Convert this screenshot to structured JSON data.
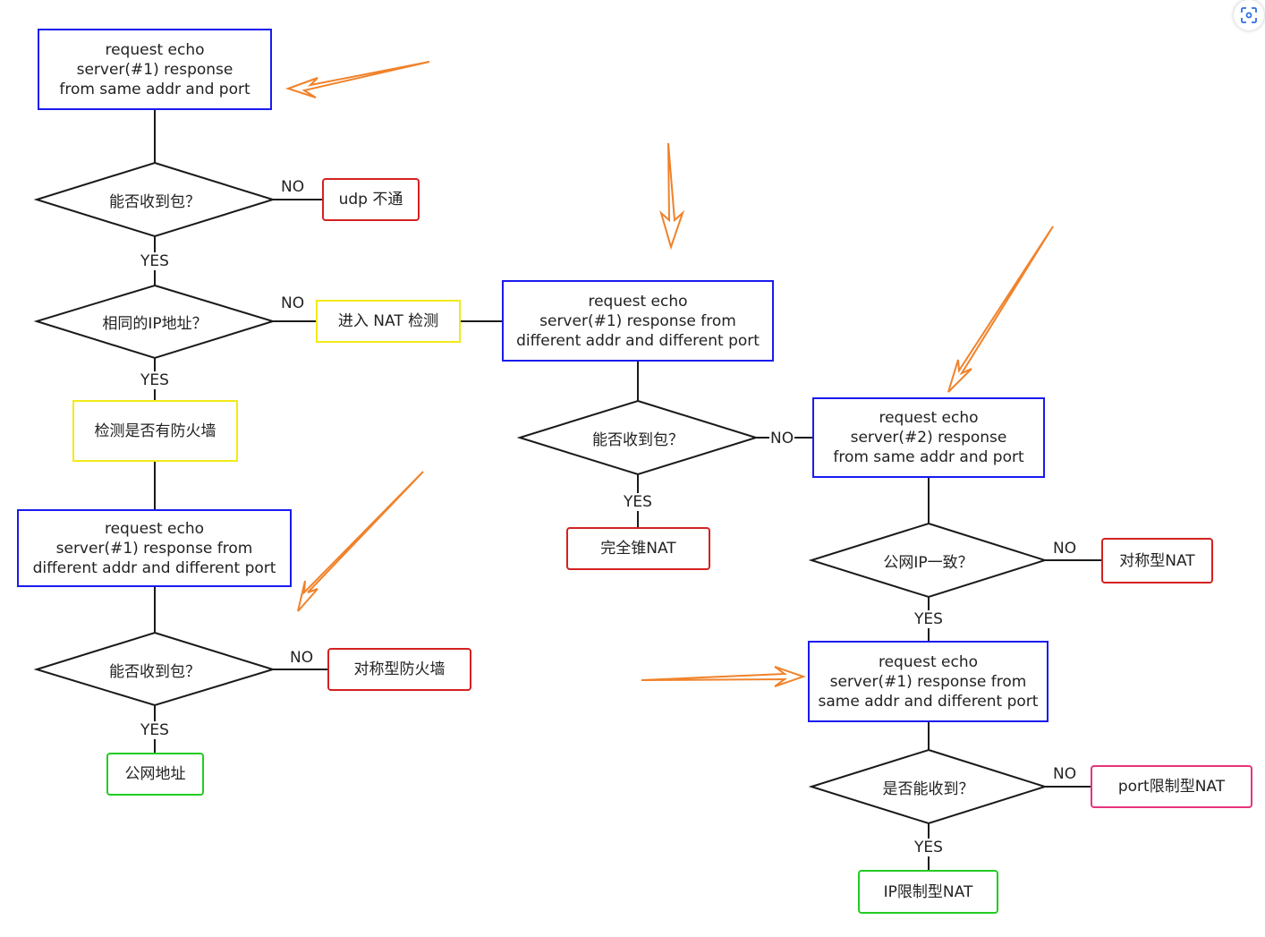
{
  "boxes": {
    "start_request": "request echo\nserver(#1) response\nfrom same addr and port",
    "udp_blocked": "udp 不通",
    "enter_nat": "进入 NAT 检测",
    "check_firewall": "检测是否有防火墙",
    "left_request_diff": "request echo\nserver(#1) response from\ndifferent addr and different port",
    "symmetric_firewall": "对称型防火墙",
    "public_address": "公网地址",
    "mid_request_diff": "request echo\nserver(#1) response from\ndifferent addr and different port",
    "full_cone_nat": "完全锥NAT",
    "server2_request": "request echo\nserver(#2) response\nfrom same addr and port",
    "symmetric_nat": "对称型NAT",
    "same_addr_diff_port": "request echo\nserver(#1) response from\nsame addr and different port",
    "port_restricted_nat": "port限制型NAT",
    "ip_restricted_nat": "IP限制型NAT"
  },
  "decisions": {
    "receive_packet_1": "能否收到包？",
    "same_ip": "相同的IP地址？",
    "receive_packet_2": "能否收到包？",
    "receive_packet_3": "能否收到包？",
    "public_ip_consistent": "公网IP一致？",
    "can_receive": "是否能收到？"
  },
  "labels": {
    "no": "NO",
    "yes": "YES"
  },
  "colors": {
    "blue": "#1a1af0",
    "red": "#d42121",
    "yellow": "#f2ea17",
    "green": "#22cc22",
    "pink": "#e8337d",
    "arrow": "#f0822a"
  },
  "icons": {
    "corner_button": "scan-icon"
  }
}
